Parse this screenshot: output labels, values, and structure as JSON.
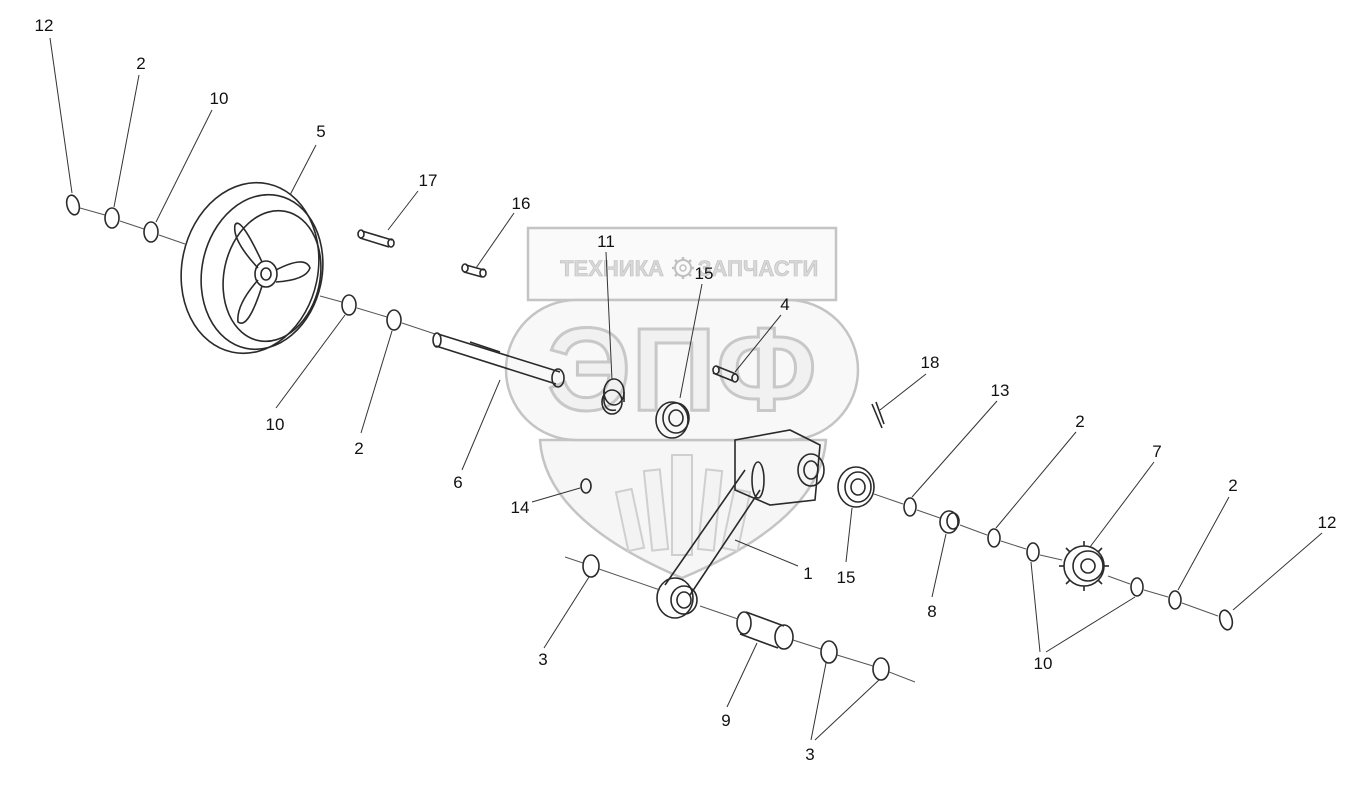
{
  "watermark": {
    "left_text": "ТЕХНИКА",
    "right_text": "ЗАПЧАСТИ",
    "big_text": "ЭПФ",
    "icon": "gear-icon",
    "colors": {
      "stroke": "#bdbdbd",
      "fill": "#f1f1f1"
    }
  },
  "callouts": [
    {
      "id": "c12a",
      "label": "12"
    },
    {
      "id": "c2a",
      "label": "2"
    },
    {
      "id": "c10a",
      "label": "10"
    },
    {
      "id": "c5",
      "label": "5"
    },
    {
      "id": "c17",
      "label": "17"
    },
    {
      "id": "c16",
      "label": "16"
    },
    {
      "id": "c11",
      "label": "11"
    },
    {
      "id": "c15a",
      "label": "15"
    },
    {
      "id": "c4",
      "label": "4"
    },
    {
      "id": "c18",
      "label": "18"
    },
    {
      "id": "c13",
      "label": "13"
    },
    {
      "id": "c2b",
      "label": "2"
    },
    {
      "id": "c7",
      "label": "7"
    },
    {
      "id": "c2c",
      "label": "2"
    },
    {
      "id": "c12b",
      "label": "12"
    },
    {
      "id": "c10b",
      "label": "10"
    },
    {
      "id": "c2d",
      "label": "2"
    },
    {
      "id": "c6",
      "label": "6"
    },
    {
      "id": "c14",
      "label": "14"
    },
    {
      "id": "c1",
      "label": "1"
    },
    {
      "id": "c15b",
      "label": "15"
    },
    {
      "id": "c8",
      "label": "8"
    },
    {
      "id": "c10c",
      "label": "10"
    },
    {
      "id": "c3a",
      "label": "3"
    },
    {
      "id": "c9",
      "label": "9"
    },
    {
      "id": "c3b",
      "label": "3"
    }
  ]
}
